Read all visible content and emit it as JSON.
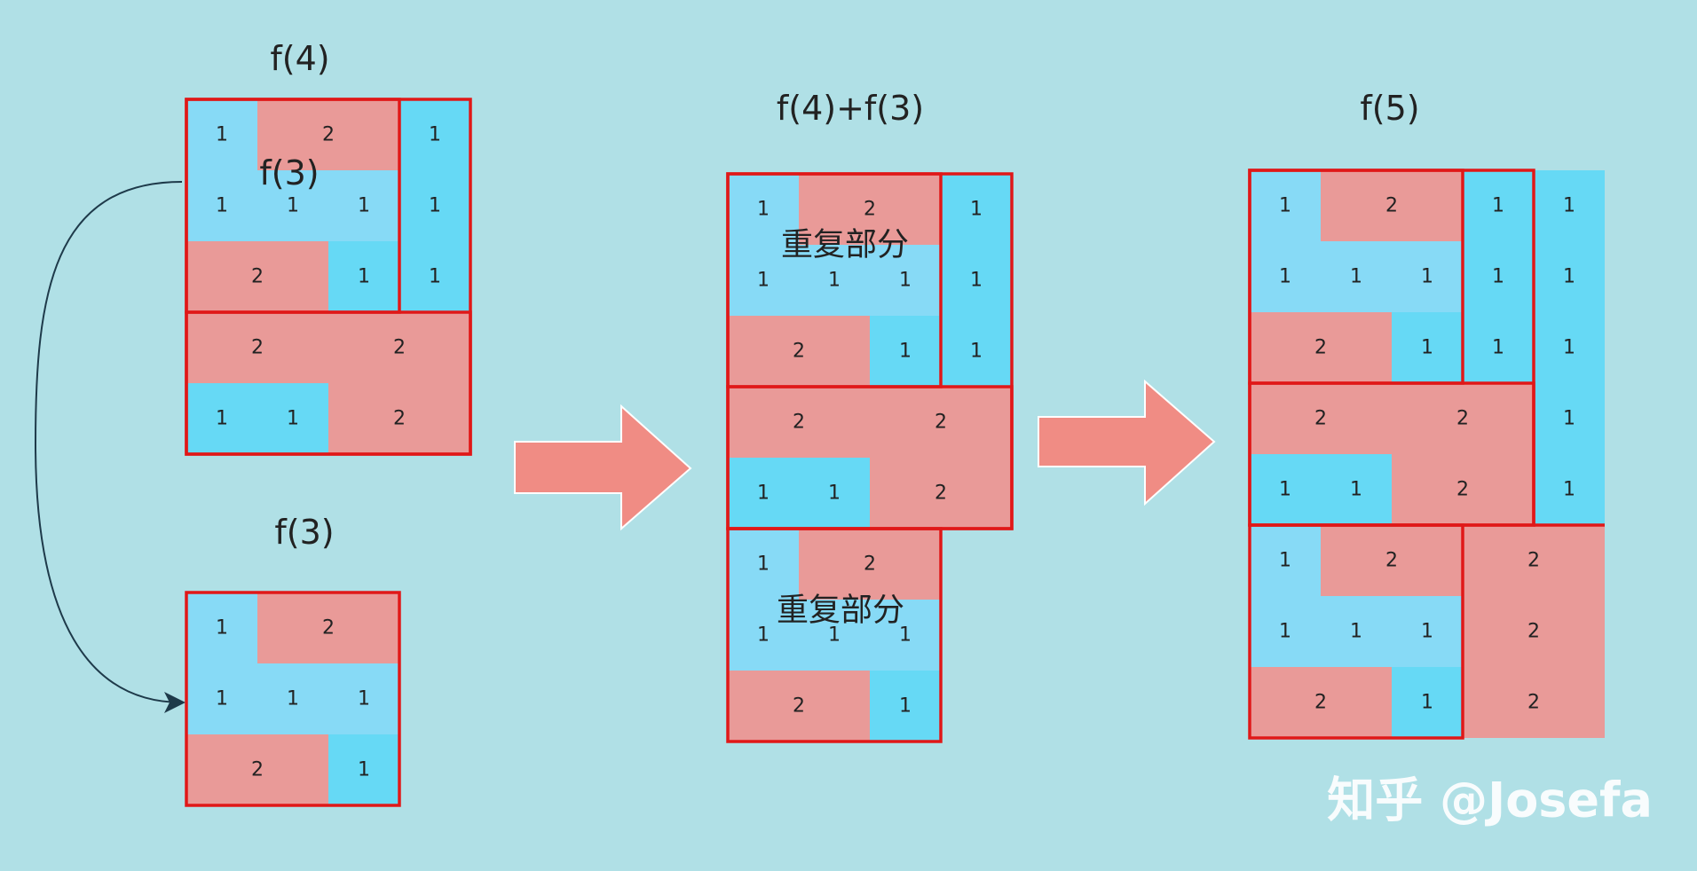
{
  "labels": {
    "f4": "f(4)",
    "f3_inner": "f(3)",
    "f3": "f(3)",
    "sum": "f(4)+f(3)",
    "f5": "f(5)",
    "repeat1": "重复部分",
    "repeat2": "重复部分"
  },
  "watermark": "知乎 @Josefa",
  "colors": {
    "background": "#b0e0e6",
    "cyan": "#66d9f5",
    "light_blue": "#87daf6",
    "salmon": "#e99a98",
    "border": "#e01818",
    "arrow": "#f08c84",
    "curve": "#1e3a4a"
  },
  "tile_values": {
    "one": "1",
    "two": "2"
  }
}
